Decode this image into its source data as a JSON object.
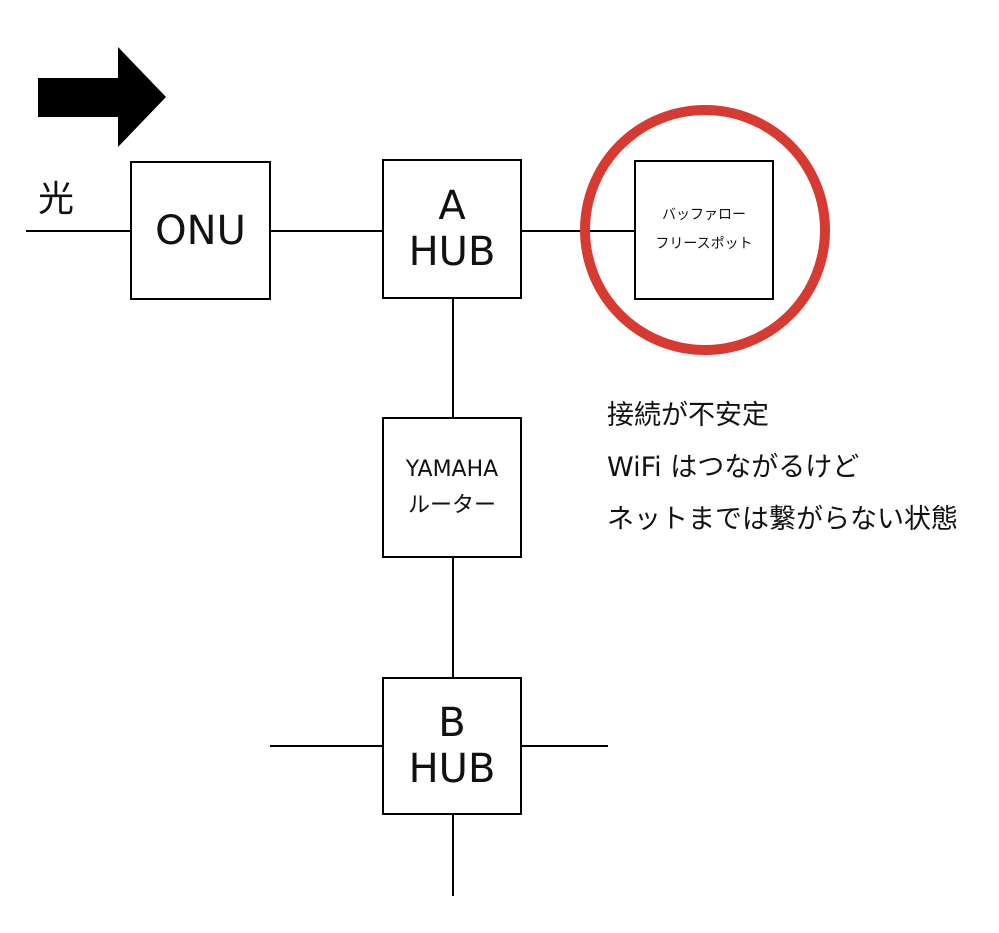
{
  "colors": {
    "line": "#000000",
    "highlight_circle": "#d63a30",
    "arrow": "#000000"
  },
  "source_label": "光",
  "devices": {
    "onu": {
      "line1": "ONU"
    },
    "a_hub": {
      "line1": "A",
      "line2": "HUB"
    },
    "buffalo": {
      "line1": "バッファロー",
      "line2": "フリースポット"
    },
    "yamaha": {
      "line1": "YAMAHA",
      "line2": "ルーター"
    },
    "b_hub": {
      "line1": "B",
      "line2": "HUB"
    }
  },
  "note": {
    "line1": "接続が不安定",
    "line2": "WiFi はつながるけど",
    "line3": "ネットまでは繋がらない状態"
  }
}
